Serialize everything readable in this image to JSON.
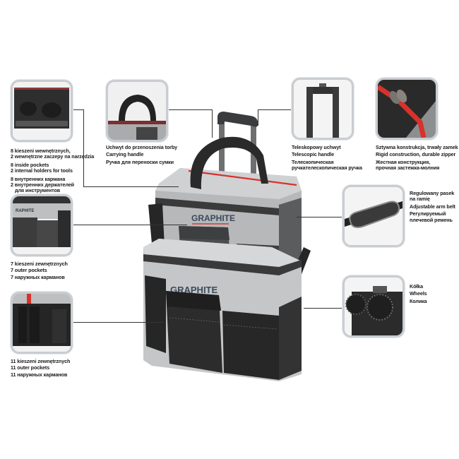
{
  "brand": {
    "name": "GRAPHITE",
    "accent": "#d9312b",
    "body_grey": "#b9bbbd",
    "dark": "#2b2b2b"
  },
  "callouts": {
    "inside_pockets": {
      "pl": [
        "8 kieszeni wewnętrznych,",
        "2 wewnętrzne zaczepy na narzędzia"
      ],
      "en": [
        "8 inside pockets",
        "2 internal holders for tools"
      ],
      "ru": [
        "8 внутренних кармана",
        "2 внутренних держателей",
        "   для инструментов"
      ]
    },
    "carrying_handle": {
      "pl": [
        "Uchwyt do przenoszenia torby"
      ],
      "en": [
        "Carrying handle"
      ],
      "ru": [
        "Ручка для переноски сумки"
      ]
    },
    "telescopic_handle": {
      "pl": [
        "Teleskopowy uchwyt"
      ],
      "en": [
        "Telescopic handle"
      ],
      "ru": [
        "Телескопическая",
        "ручкателескопическая ручка"
      ]
    },
    "rigid_zipper": {
      "pl": [
        "Sztywna konstrukcja, trwały zamek"
      ],
      "en": [
        "Rigid construction, durable zipper"
      ],
      "ru": [
        "Жестная конструкция,",
        "прочная застежка-молния"
      ]
    },
    "arm_belt": {
      "pl": [
        "Regulowany pasek",
        "na ramię"
      ],
      "en": [
        "Adjustable arm belt"
      ],
      "ru": [
        "Регулируемый",
        "плечевой ремень"
      ]
    },
    "outer_pockets_7": {
      "pl": [
        "7 kieszeni zewnętrznych"
      ],
      "en": [
        "7 outer pockets"
      ],
      "ru": [
        "7 наружных карманов"
      ]
    },
    "wheels": {
      "pl": [
        "Kółka"
      ],
      "en": [
        "Wheels"
      ],
      "ru": [
        "Колика"
      ]
    },
    "outer_pockets_11": {
      "pl": [
        "11 kieszeni zewnętrznych"
      ],
      "en": [
        "11 outer pockets"
      ],
      "ru": [
        "11 наружных карманов"
      ]
    }
  },
  "logo_top": "GRAPHITE",
  "logo_bottom": "GRAPHITE"
}
